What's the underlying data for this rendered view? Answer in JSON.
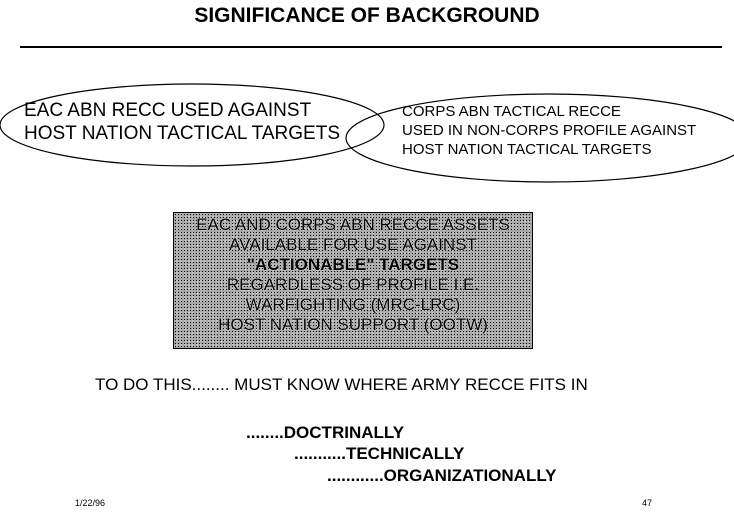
{
  "title": "SIGNIFICANCE OF BACKGROUND",
  "left_ellipse": [
    "EAC ABN RECC USED AGAINST",
    "HOST NATION TACTICAL TARGETS"
  ],
  "right_ellipse": [
    "CORPS ABN TACTICAL RECCE",
    "USED IN NON-CORPS PROFILE AGAINST",
    "HOST NATION TACTICAL TARGETS"
  ],
  "box_lines": [
    "EAC AND CORPS ABN RECCE ASSETS",
    "AVAILABLE FOR USE AGAINST",
    "\"ACTIONABLE\" TARGETS",
    "REGARDLESS OF PROFILE I.E.",
    "WARFIGHTING (MRC-LRC)",
    "HOST NATION SUPPORT (OOTW)"
  ],
  "todo": "TO DO THIS........ MUST KNOW WHERE ARMY RECCE FITS  IN",
  "ways": [
    "........DOCTRINALLY",
    "...........TECHNICALLY",
    "............ORGANIZATIONALLY"
  ],
  "footer": {
    "date": "1/22/96",
    "page": "47"
  }
}
